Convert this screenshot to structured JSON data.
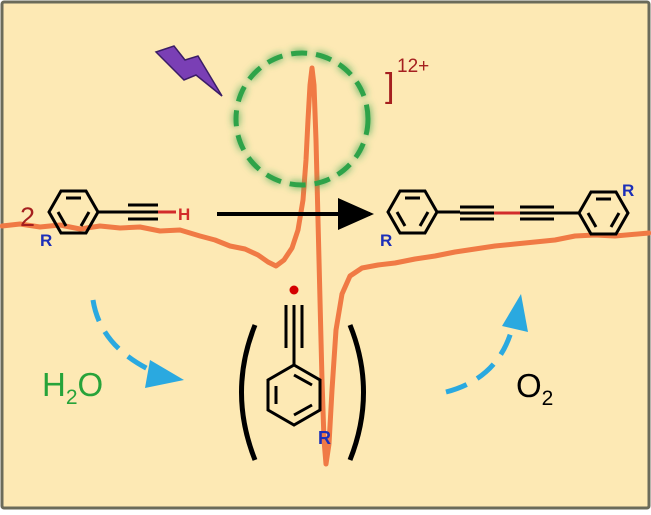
{
  "colors": {
    "background": "#fde9b4",
    "frame": "#6b6b5a",
    "trace": "#f07a45",
    "glow_ring": "#2fa34a",
    "lightning": "#7a3fb5",
    "water_label": "#27a33a",
    "charge_label": "#a51f1f",
    "reaction_arrow": "#000000",
    "curved_arrows": "#2aa9e0",
    "r_group": "#1c2fb8",
    "hydrogen": "#d22b2b",
    "radical_dot": "#d40000",
    "bond": "#000000"
  },
  "icons": {
    "lightning": "lightning-bolt-icon",
    "focus_ring": "dashed-glow-circle"
  },
  "labels": {
    "coefficient": "2",
    "hydrogen": "H",
    "r_left": "R",
    "r_right_top": "R",
    "r_right_bottom": "R",
    "r_intermediate": "R",
    "charge_bracket": "]",
    "charge_value": "12+",
    "water_h": "H",
    "water_sub": "2",
    "water_o": "O",
    "oxygen_o": "O",
    "oxygen_sub": "2"
  }
}
